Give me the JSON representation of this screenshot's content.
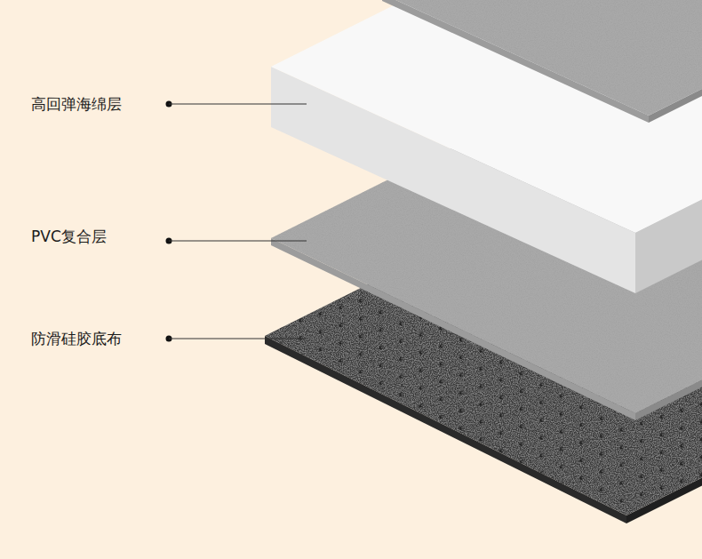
{
  "diagram": {
    "labels": [
      "高回弹海绵层",
      "PVC复合层",
      "防滑硅胶底布"
    ]
  }
}
